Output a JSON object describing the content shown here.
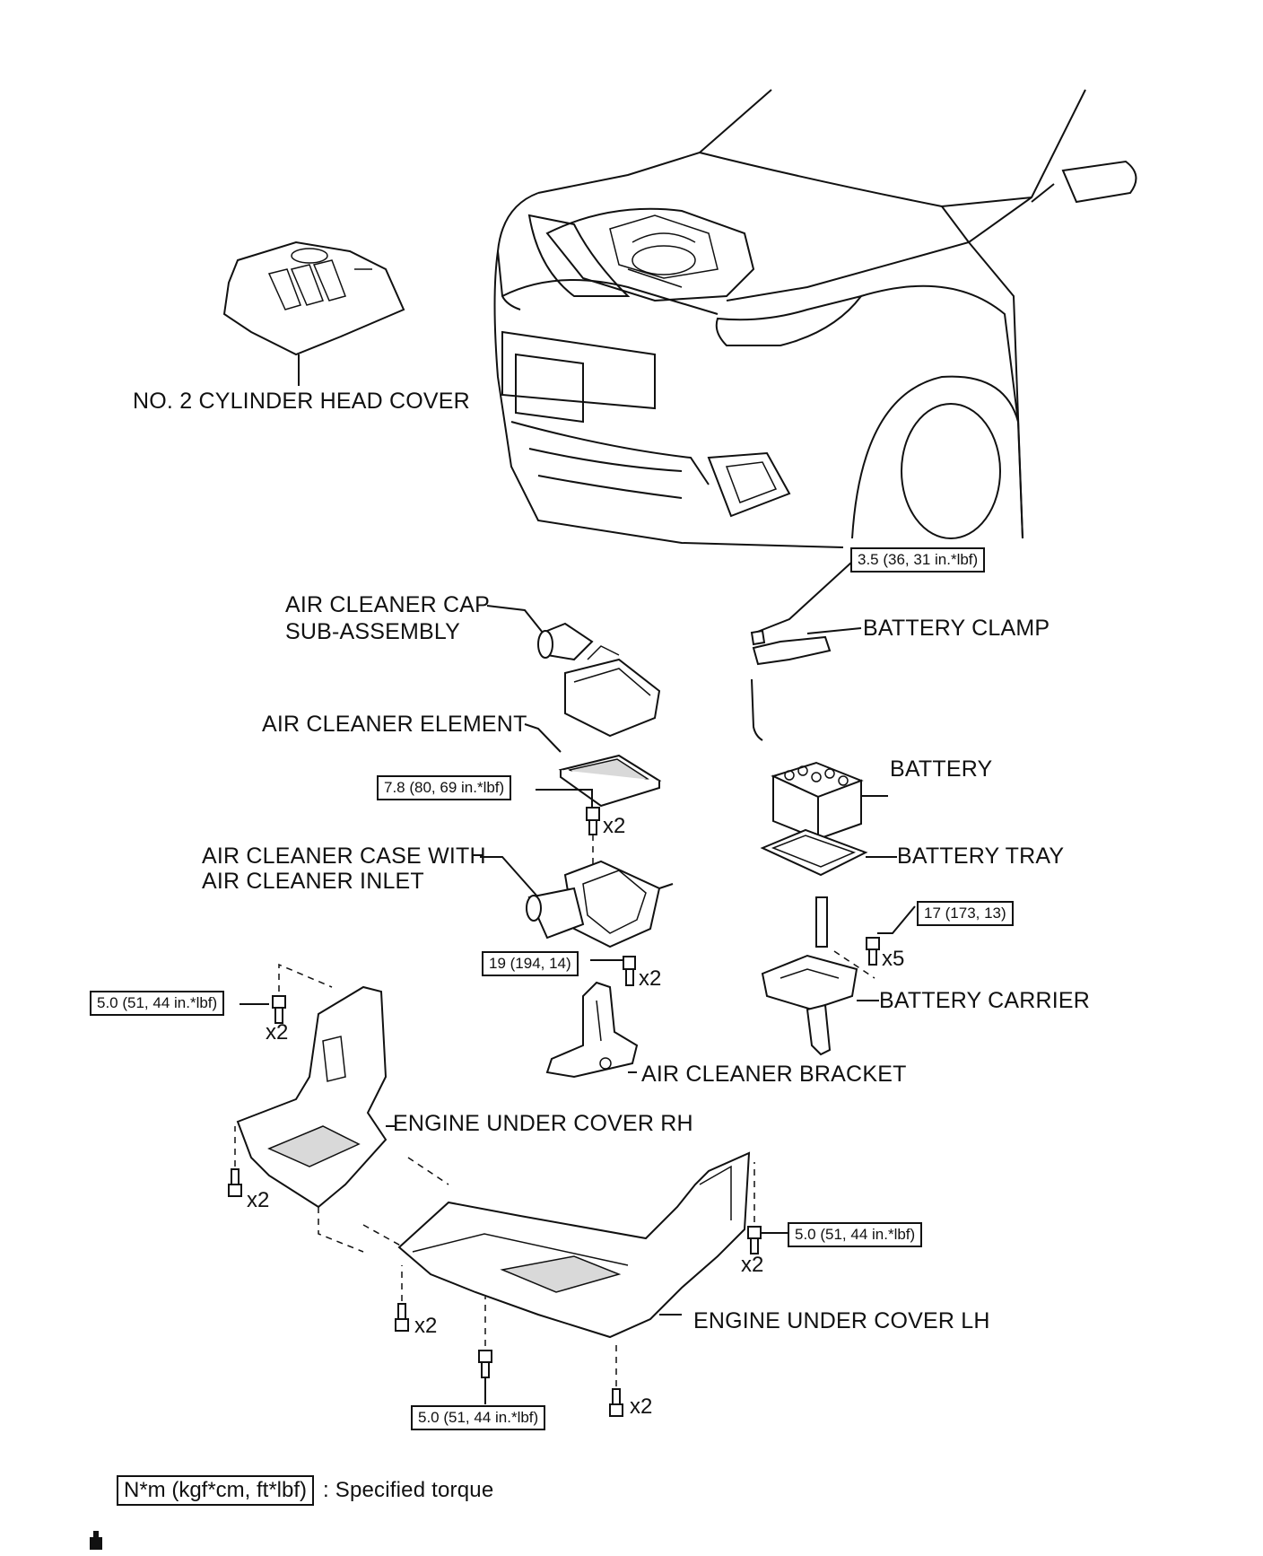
{
  "labels": {
    "cylinder_head_cover": "NO. 2 CYLINDER HEAD COVER",
    "air_cleaner_cap_line1": "AIR CLEANER CAP",
    "air_cleaner_cap_line2": "SUB-ASSEMBLY",
    "air_cleaner_element": "AIR CLEANER ELEMENT",
    "air_cleaner_case_line1": "AIR CLEANER CASE WITH",
    "air_cleaner_case_line2": "AIR CLEANER INLET",
    "air_cleaner_bracket": "AIR CLEANER BRACKET",
    "battery_clamp": "BATTERY CLAMP",
    "battery": "BATTERY",
    "battery_tray": "BATTERY TRAY",
    "battery_carrier": "BATTERY CARRIER",
    "engine_under_cover_rh": "ENGINE UNDER COVER RH",
    "engine_under_cover_lh": "ENGINE UNDER COVER LH"
  },
  "torques": {
    "battery_clamp": "3.5 (36, 31 in.*lbf)",
    "air_cleaner_element_bolt": "7.8 (80, 69 in.*lbf)",
    "battery_carrier": "17 (173, 13)",
    "air_cleaner_bracket": "19 (194, 14)",
    "under_cover_rh": "5.0 (51, 44 in.*lbf)",
    "under_cover_lh_side": "5.0 (51, 44 in.*lbf)",
    "under_cover_lh_bottom": "5.0 (51, 44 in.*lbf)"
  },
  "multipliers": {
    "element_bolt": "x2",
    "bracket_bolt": "x2",
    "carrier_bolt": "x5",
    "rh_top": "x2",
    "rh_bottom": "x2",
    "lh_side": "x2",
    "lh_left": "x2",
    "lh_bottom": "x2"
  },
  "legend": {
    "box": "N*m (kgf*cm, ft*lbf)",
    "text": ": Specified torque"
  }
}
